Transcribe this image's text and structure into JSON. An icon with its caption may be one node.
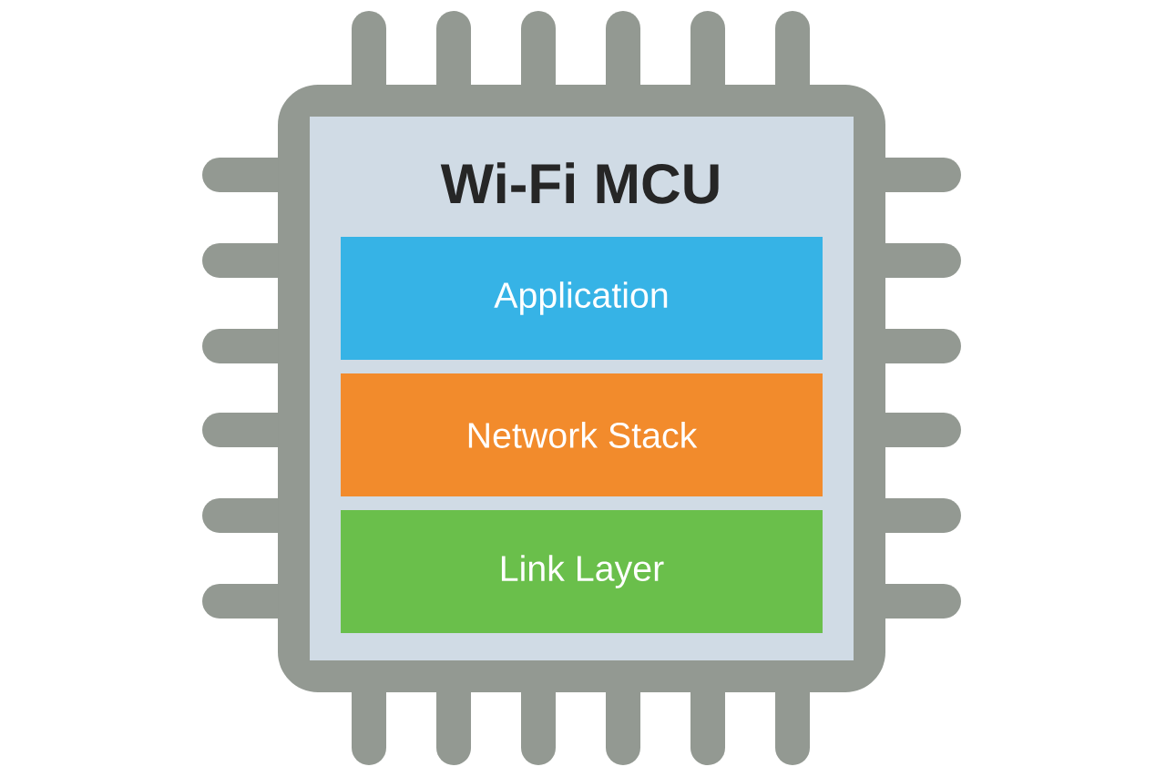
{
  "diagram": {
    "nodes": [
      {
        "text": [
          "Wi-Fi MCU"
        ]
      },
      {
        "text": [
          "Application"
        ],
        "in": 0
      },
      {
        "text": [
          "Network Stack"
        ],
        "in": 0
      },
      {
        "text": [
          "Link Layer"
        ],
        "in": 0
      }
    ]
  }
}
